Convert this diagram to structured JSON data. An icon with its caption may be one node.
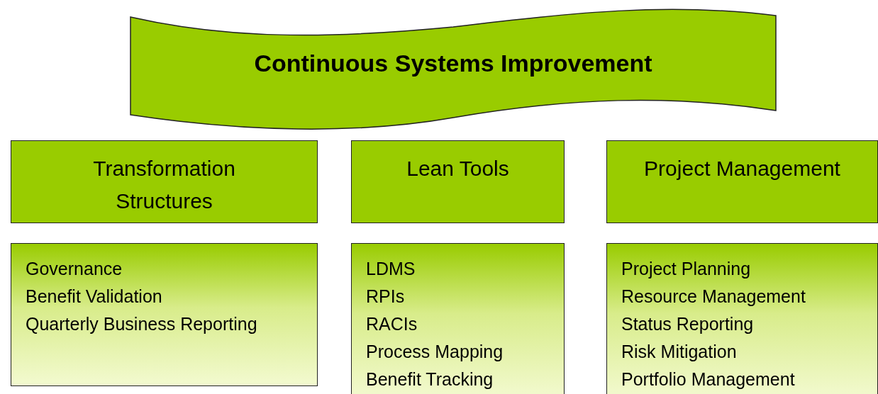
{
  "diagram": {
    "nodes": [
      {
        "text": [
          "Continuous Systems Improvement"
        ]
      },
      {
        "text": [
          "Transformation Structures"
        ]
      },
      {
        "text": [
          "Lean Tools"
        ]
      },
      {
        "text": [
          "Project Management"
        ]
      },
      {
        "text": [
          "Governance",
          "Benefit Validation",
          "Quarterly Business Reporting"
        ]
      },
      {
        "text": [
          "LDMS",
          "RPIs",
          "RACIs",
          "Process Mapping",
          "Benefit Tracking"
        ]
      },
      {
        "text": [
          "Project Planning",
          "Resource Management",
          "Status Reporting",
          "Risk Mitigation",
          "Portfolio Management"
        ]
      }
    ],
    "edges": []
  }
}
